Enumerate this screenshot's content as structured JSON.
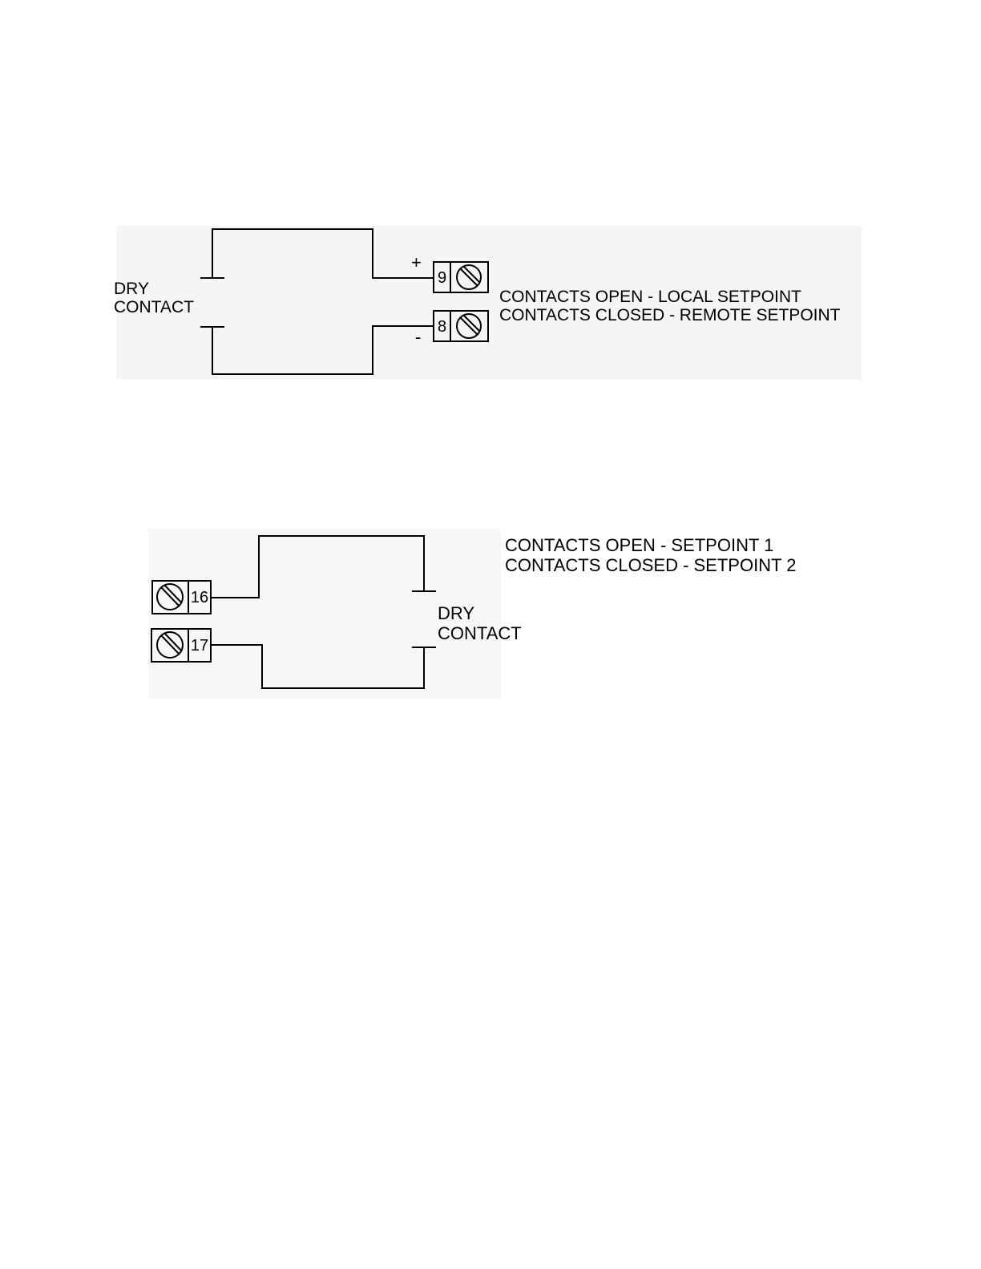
{
  "diagram1": {
    "contact_label_line1": "DRY",
    "contact_label_line2": "CONTACT",
    "plus_sign": "+",
    "minus_sign": "-",
    "terminal_top": "9",
    "terminal_bottom": "8",
    "note_line1": "CONTACTS OPEN - LOCAL SETPOINT",
    "note_line2": "CONTACTS CLOSED - REMOTE SETPOINT"
  },
  "diagram2": {
    "contact_label_line1": "DRY",
    "contact_label_line2": "CONTACT",
    "terminal_top": "16",
    "terminal_bottom": "17",
    "note_line1": "CONTACTS OPEN - SETPOINT 1",
    "note_line2": "CONTACTS CLOSED - SETPOINT 2"
  },
  "icons": {
    "terminal_screw": "screw-terminal-icon"
  }
}
